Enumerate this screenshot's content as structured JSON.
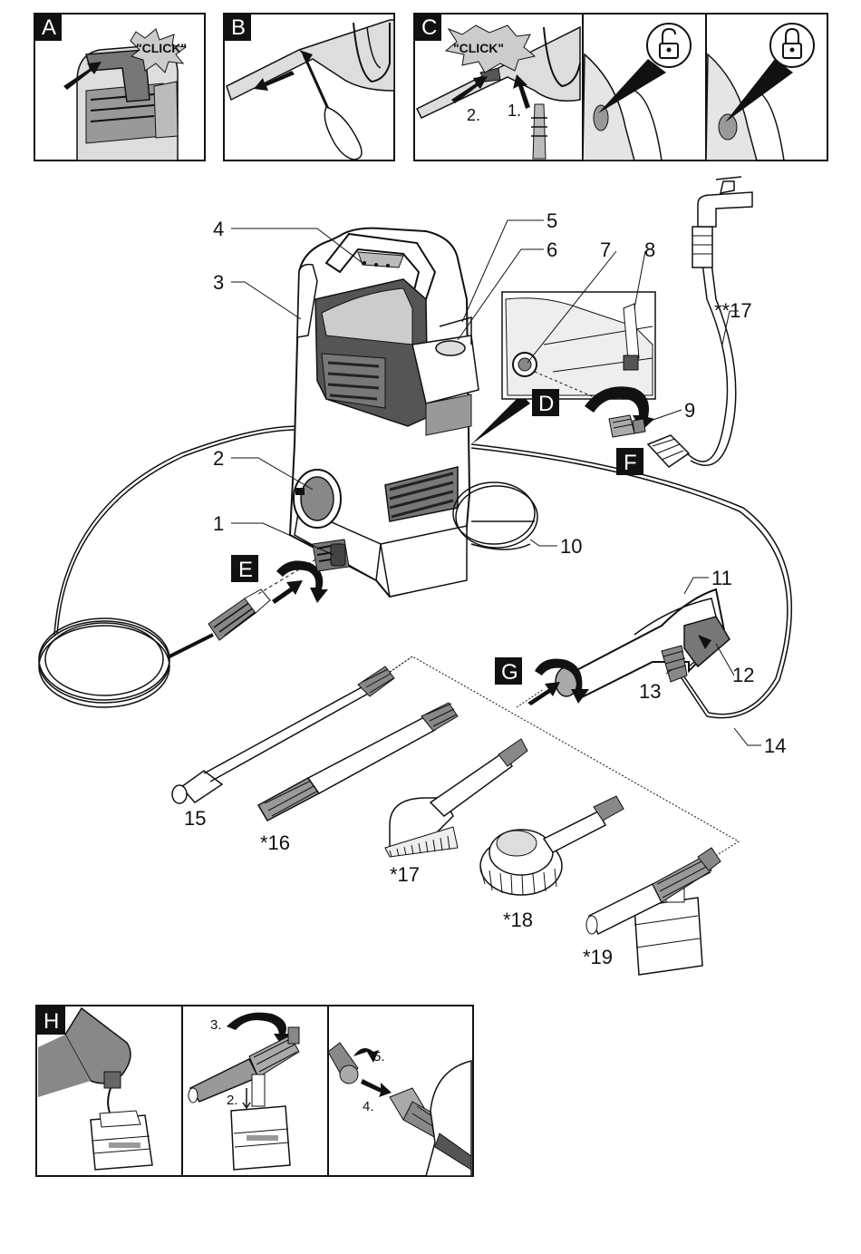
{
  "panels": {
    "A": {
      "letter": "A",
      "click": "\"CLICK\""
    },
    "B": {
      "letter": "B"
    },
    "C": {
      "letter": "C",
      "click": "\"CLICK\"",
      "step1": "1.",
      "step2": "2."
    },
    "D": {
      "letter": "D"
    },
    "E": {
      "letter": "E"
    },
    "F": {
      "letter": "F"
    },
    "G": {
      "letter": "G"
    },
    "H": {
      "letter": "H",
      "step2": "2.",
      "step3": "3.",
      "step4": "4.",
      "step5": "5."
    }
  },
  "labels": {
    "l1": "1",
    "l2": "2",
    "l3": "3",
    "l4": "4",
    "l5": "5",
    "l6": "6",
    "l7": "7",
    "l8": "8",
    "l9": "9",
    "l10": "10",
    "l11": "11",
    "l12": "12",
    "l13": "13",
    "l14": "14",
    "l15": "15",
    "l16": "*16",
    "l17": "*17",
    "l17b": "**17",
    "l18": "*18",
    "l19": "*19"
  }
}
